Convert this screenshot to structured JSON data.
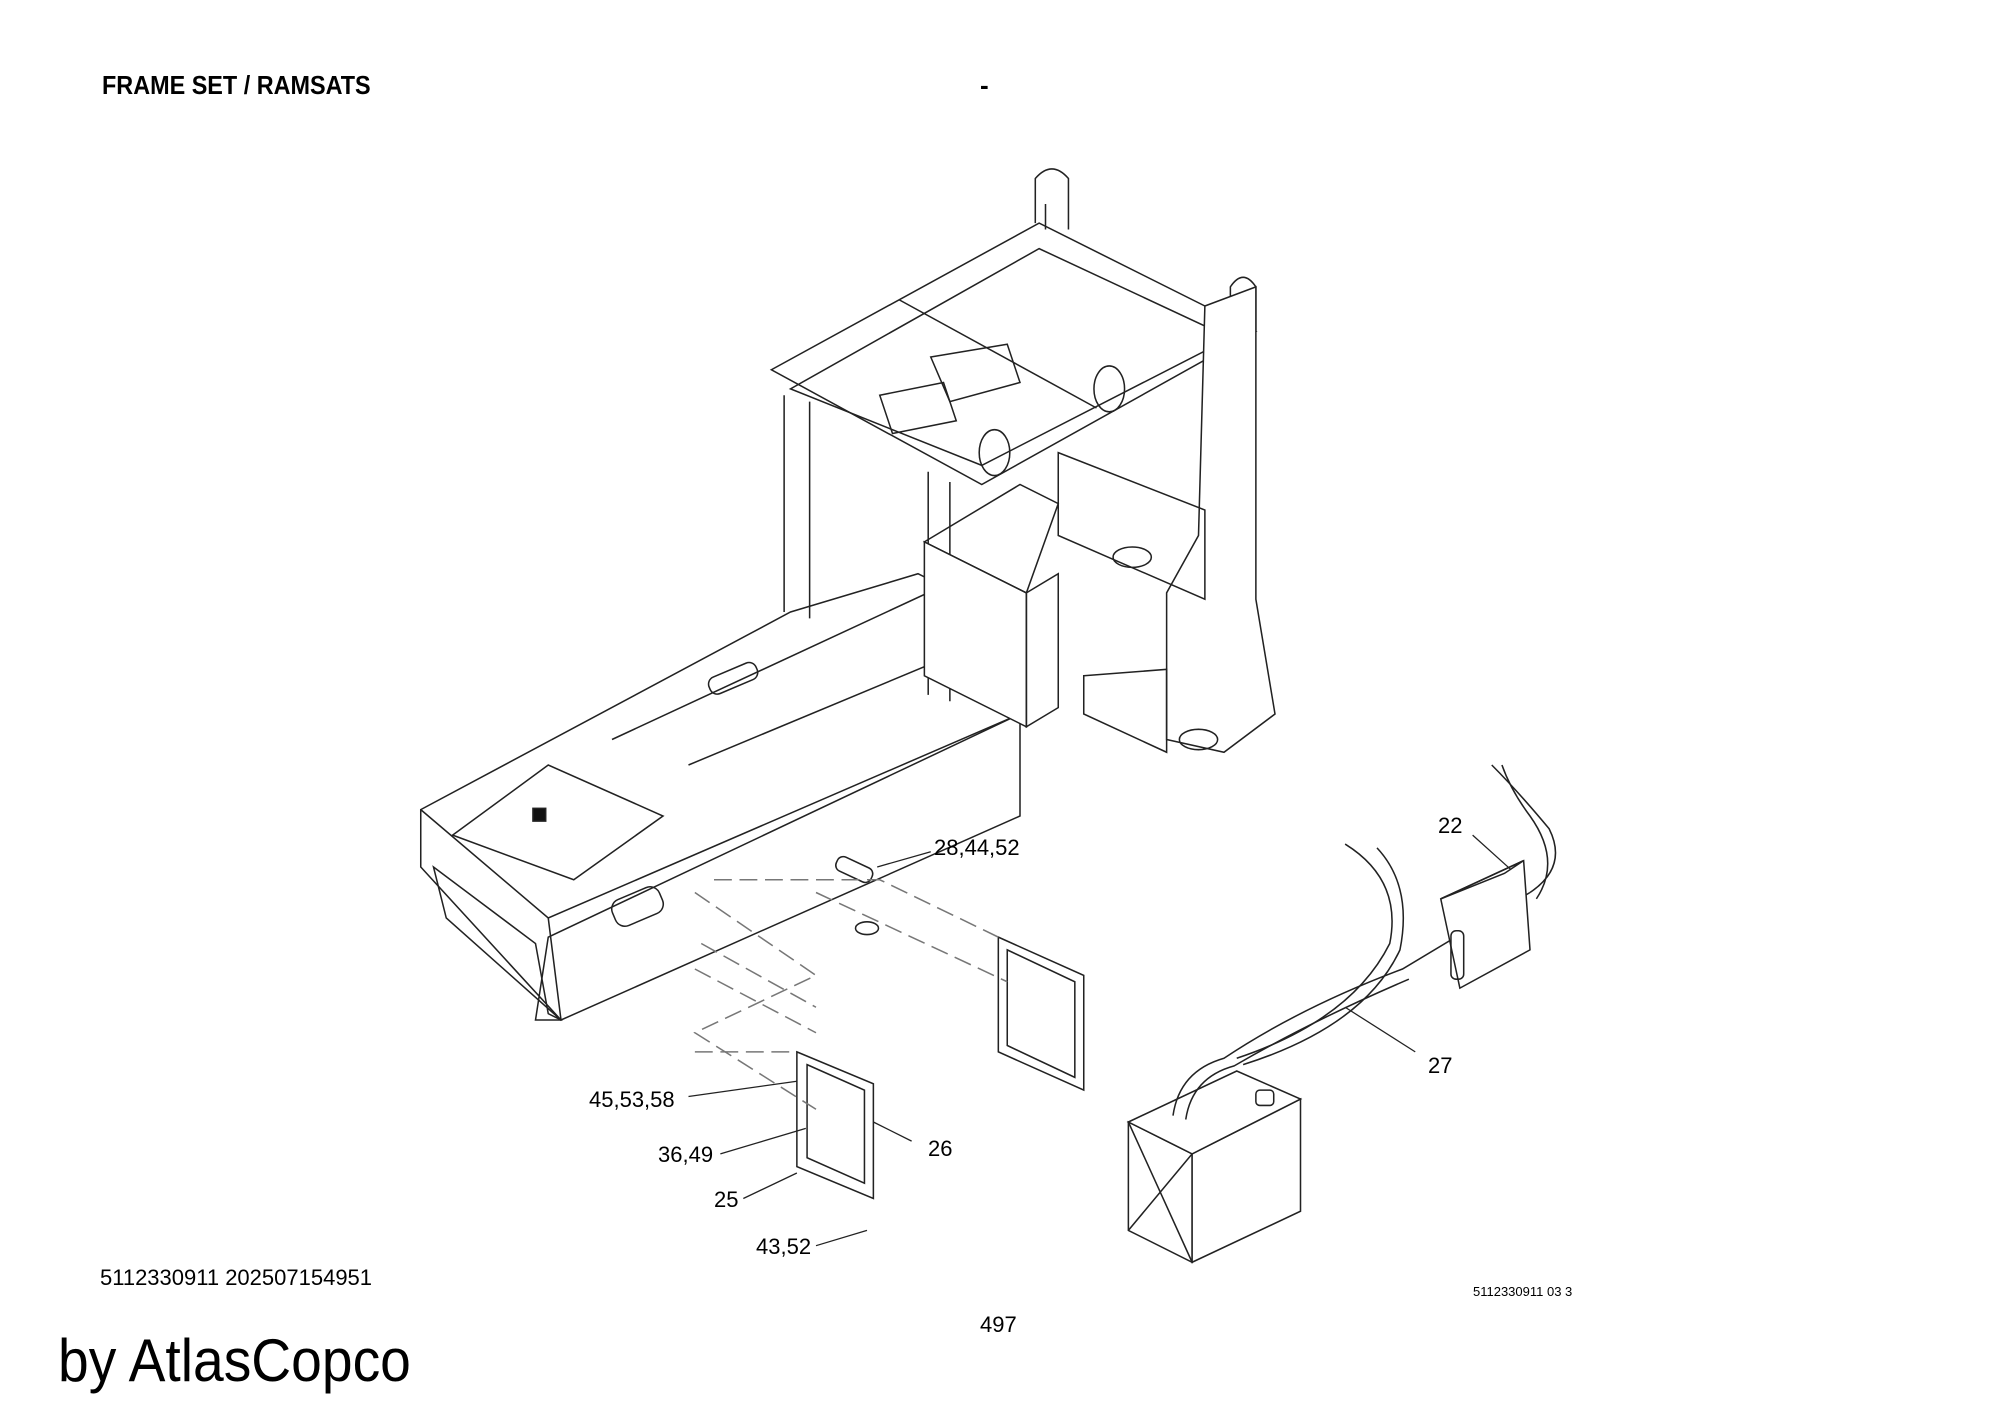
{
  "header": {
    "title": "FRAME SET / RAMSATS",
    "separator": "-"
  },
  "callouts": {
    "c22": "22",
    "c27": "27",
    "c28": "28,44,52",
    "c45": "45,53,58",
    "c26": "26",
    "c36": "36,49",
    "c25": "25",
    "c43": "43,52"
  },
  "footer": {
    "drawing_code": "5112330911 03 3",
    "doc_id": "5112330911 202507154951",
    "page_number": "497",
    "watermark": "by AtlasCopco"
  }
}
